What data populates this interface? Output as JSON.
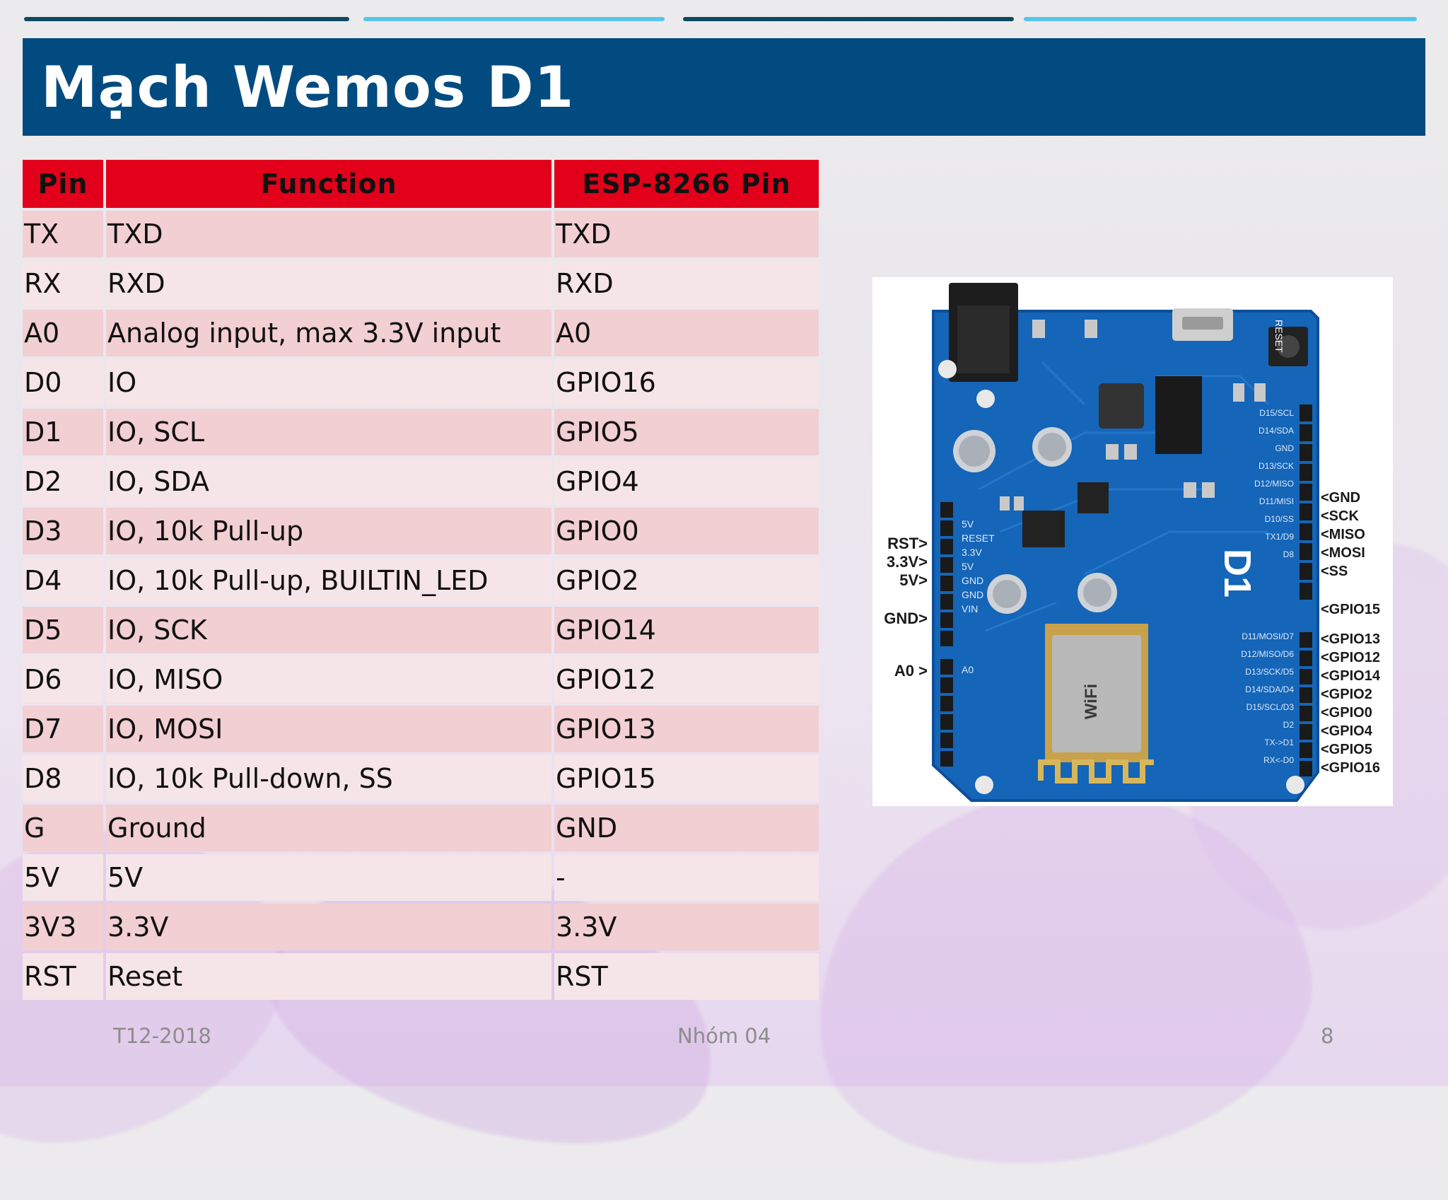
{
  "title": "Mạch Wemos D1",
  "table": {
    "headers": [
      "Pin",
      "Function",
      "ESP-8266 Pin"
    ],
    "rows": [
      [
        "TX",
        "TXD",
        "TXD"
      ],
      [
        "RX",
        "RXD",
        "RXD"
      ],
      [
        "A0",
        "Analog input, max 3.3V input",
        "A0"
      ],
      [
        "D0",
        "IO",
        "GPIO16"
      ],
      [
        "D1",
        "IO, SCL",
        "GPIO5"
      ],
      [
        "D2",
        "IO, SDA",
        "GPIO4"
      ],
      [
        "D3",
        "IO, 10k Pull-up",
        "GPIO0"
      ],
      [
        "D4",
        "IO, 10k Pull-up, BUILTIN_LED",
        "GPIO2"
      ],
      [
        "D5",
        "IO, SCK",
        "GPIO14"
      ],
      [
        "D6",
        "IO, MISO",
        "GPIO12"
      ],
      [
        "D7",
        "IO, MOSI",
        "GPIO13"
      ],
      [
        "D8",
        "IO, 10k Pull-down, SS",
        "GPIO15"
      ],
      [
        "G",
        "Ground",
        "GND"
      ],
      [
        "5V",
        "5V",
        "-"
      ],
      [
        "3V3",
        "3.3V",
        "3.3V"
      ],
      [
        "RST",
        "Reset",
        "RST"
      ]
    ]
  },
  "board": {
    "left_labels": [
      "RST>",
      "3.3V>",
      "5V>",
      "GND>",
      "A0 >"
    ],
    "right_labels": [
      "<GND",
      "<SCK",
      "<MISO",
      "<MOSI",
      "<SS",
      "<GPIO15",
      "<GPIO13",
      "<GPIO12",
      "<GPIO14",
      "<GPIO2",
      "<GPIO0",
      "<GPIO4",
      "<GPIO5",
      "<GPIO16"
    ],
    "silk_left": [
      "5V",
      "RESET",
      "3.3V",
      "5V",
      "GND",
      "GND",
      "VIN",
      "A0"
    ],
    "silk_right": [
      "D15/SCL",
      "D14/SDA",
      "GND",
      "D13/SCK",
      "D12/MISO",
      "D11/MISI",
      "D10/SS",
      "TX1/D9",
      "D8",
      "D11/MOSI/D7",
      "D12/MISO/D6",
      "D13/SCK/D5",
      "D14/SDA/D4",
      "D15/SCL/D3",
      "D2",
      "TX->D1",
      "RX<-D0"
    ],
    "board_name": "D1",
    "wifi_text": "WiFi",
    "reset_text": "RESET",
    "colors": {
      "pcb": "#1565b8",
      "pcb_dark": "#0d4f99",
      "header": "#1a1a1a",
      "gold": "#c8a24a"
    }
  },
  "footer": {
    "left": "T12-2018",
    "center": "Nhóm 04",
    "right": "8"
  }
}
